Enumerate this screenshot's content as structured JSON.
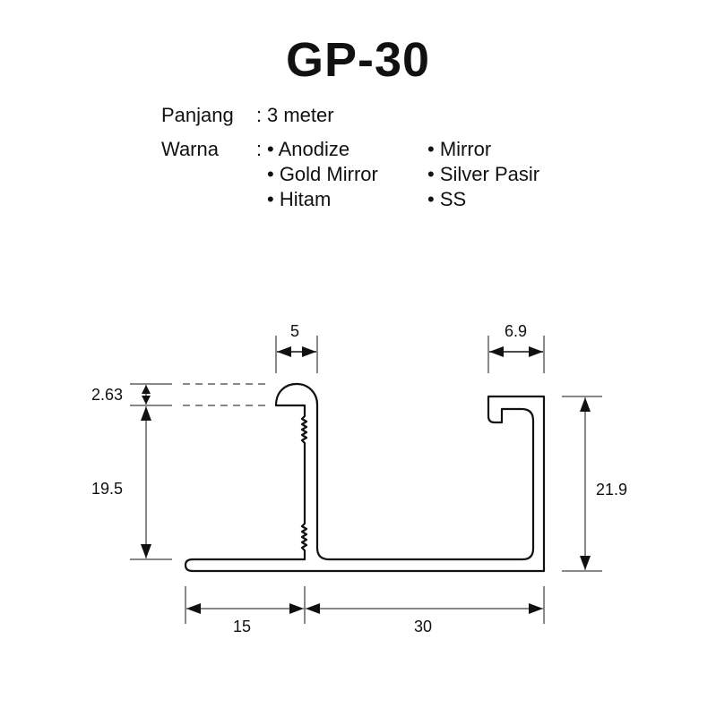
{
  "title": "GP-30",
  "specs": {
    "length_label": "Panjang",
    "length_sep": ":",
    "length_value": "3 meter",
    "color_label": "Warna",
    "color_sep": ":",
    "colors": [
      "• Anodize",
      "• Gold Mirror",
      "• Hitam",
      "• Mirror",
      "• Silver Pasir",
      "• SS"
    ]
  },
  "dimensions": {
    "bulb_width": "5",
    "hook_width": "6.9",
    "bulb_height": "2.63",
    "flange_height": "19.5",
    "total_height": "21.9",
    "lip_length": "15",
    "base_length": "30"
  }
}
